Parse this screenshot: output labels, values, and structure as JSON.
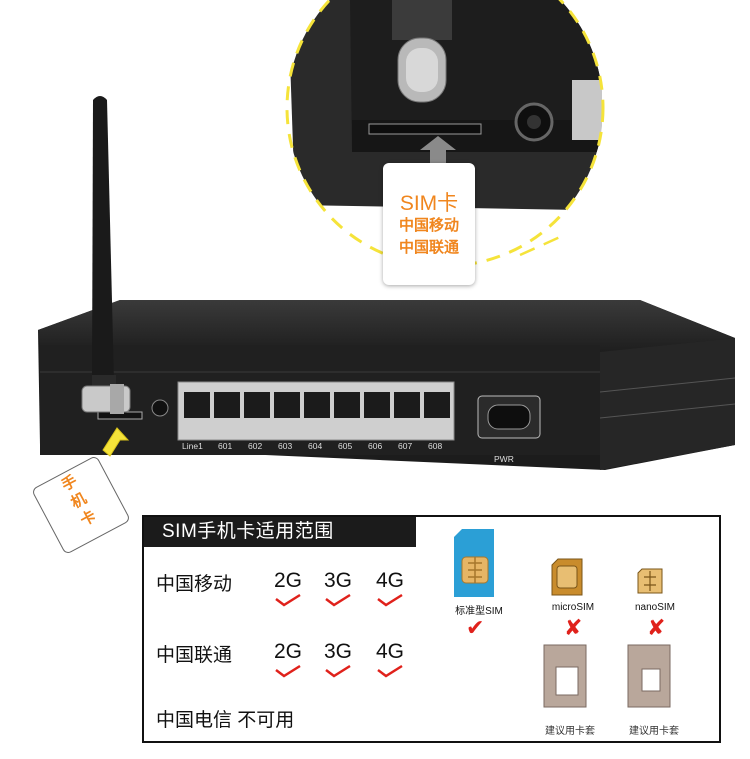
{
  "device": {
    "port_labels": [
      "Line1",
      "601",
      "602",
      "603",
      "604",
      "605",
      "606",
      "607",
      "608"
    ],
    "power_label": "PWR"
  },
  "callout": {
    "sim": "SIM卡",
    "operator_1": "中国移动",
    "operator_2": "中国联通"
  },
  "phone_card": {
    "lines": [
      "手",
      "机",
      "卡"
    ]
  },
  "table": {
    "title": "SIM手机卡适用范围",
    "rows": [
      {
        "operator": "中国移动",
        "gens": [
          "2G",
          "3G",
          "4G"
        ]
      },
      {
        "operator": "中国联通",
        "gens": [
          "2G",
          "3G",
          "4G"
        ]
      },
      {
        "operator": "中国电信 不可用",
        "gens": []
      }
    ],
    "sim_types": [
      {
        "label": "标准型SIM",
        "mark": "✔",
        "ok": true
      },
      {
        "label": "microSIM",
        "mark": "✘",
        "ok": false
      },
      {
        "label": "nanoSIM",
        "mark": "✘",
        "ok": false
      }
    ],
    "sleeve_label": "建议用卡套"
  },
  "colors": {
    "accent_orange": "#f0861e",
    "check_red": "#e0211b",
    "dashed_yellow": "#f5e33a",
    "device_body": "#232323"
  }
}
